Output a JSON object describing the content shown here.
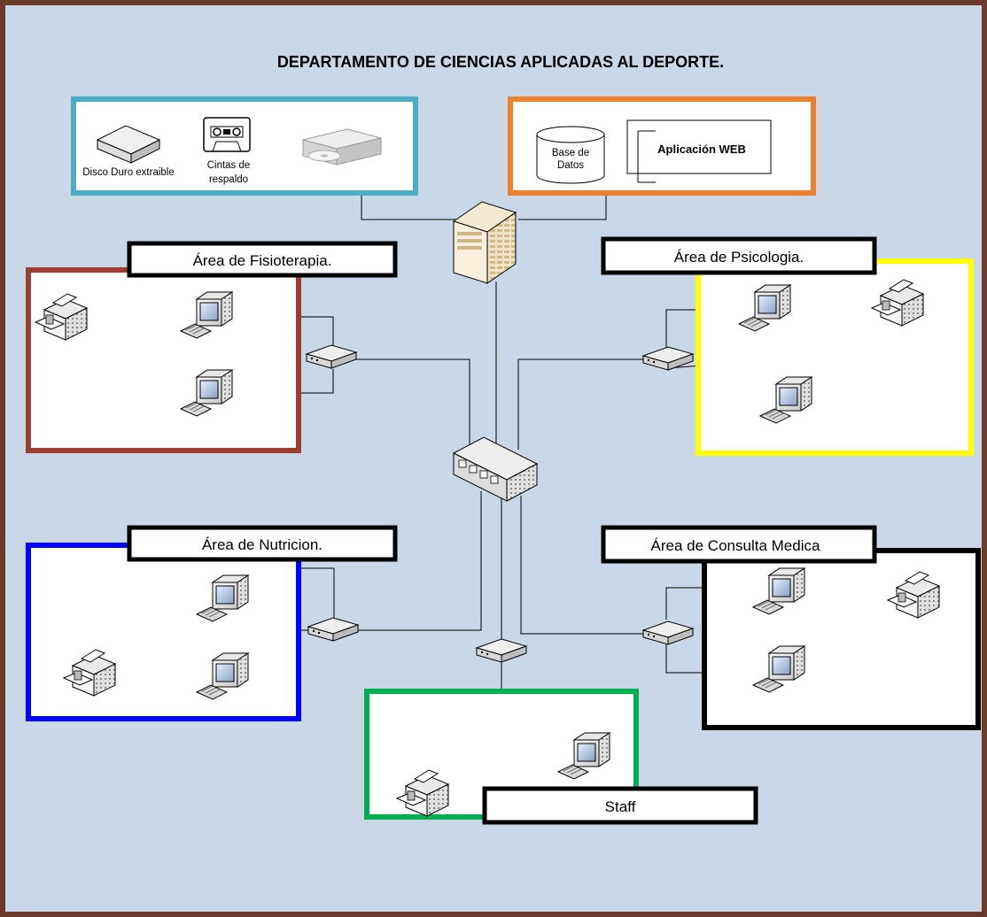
{
  "title": "DEPARTAMENTO DE CIENCIAS APLICADAS AL DEPORTE.",
  "backup": {
    "disk_label": "Disco Duro extraible",
    "tapes_label_line1": "Cintas de",
    "tapes_label_line2": "respaldo"
  },
  "services": {
    "db_label_line1": "Base de",
    "db_label_line2": "Datos",
    "web_label": "Aplicación WEB"
  },
  "areas": {
    "fisioterapia": "Área de Fisioterapia.",
    "psicologia": "Área de Psicologia.",
    "nutricion": "Área de Nutricion.",
    "consulta": "Área de Consulta Medica",
    "staff": "Staff"
  },
  "colors": {
    "background": "#c9d7e6",
    "page_border": "#6b3a2a",
    "backup_box": "#4bacc6",
    "services_box": "#ef7f2a",
    "fisioterapia": "#9b3d33",
    "psicologia": "#ffff00",
    "nutricion": "#0000ff",
    "consulta": "#000000",
    "staff": "#00b050"
  }
}
